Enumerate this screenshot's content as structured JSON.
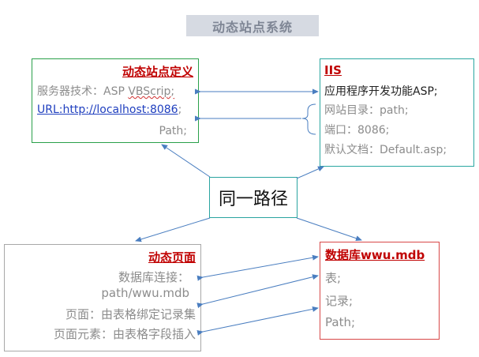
{
  "title": "动态站点系统",
  "center": "同一路径",
  "site_def": {
    "header": "动态站点定义",
    "server_tech_label": "服务器技术：ASP ",
    "server_tech_value": "VBScrip;",
    "url": "URL:http://localhost:8086",
    "url_suffix": ";",
    "path": "Path;"
  },
  "iis": {
    "header": "IIS",
    "feature": "应用程序开发功能ASP;",
    "site_dir": "网站目录：path;",
    "port": "端口：8086;",
    "default_doc": "默认文档：Default.asp;"
  },
  "dyn_page": {
    "header": "动态页面",
    "db_conn": "数据库连接：",
    "db_path": "path/wwu.mdb",
    "page": "页面：由表格绑定记录集",
    "elements": "页面元素：由表格字段插入"
  },
  "database": {
    "header": "数据库wwu.mdb",
    "table": "表;",
    "record": "记录;",
    "path": "Path;"
  },
  "colors": {
    "arrow": "#4a7ec0",
    "header_red": "#c00000",
    "green_border": "#2aa04a",
    "teal_border": "#2aa6a0",
    "red_border": "#d84848"
  }
}
